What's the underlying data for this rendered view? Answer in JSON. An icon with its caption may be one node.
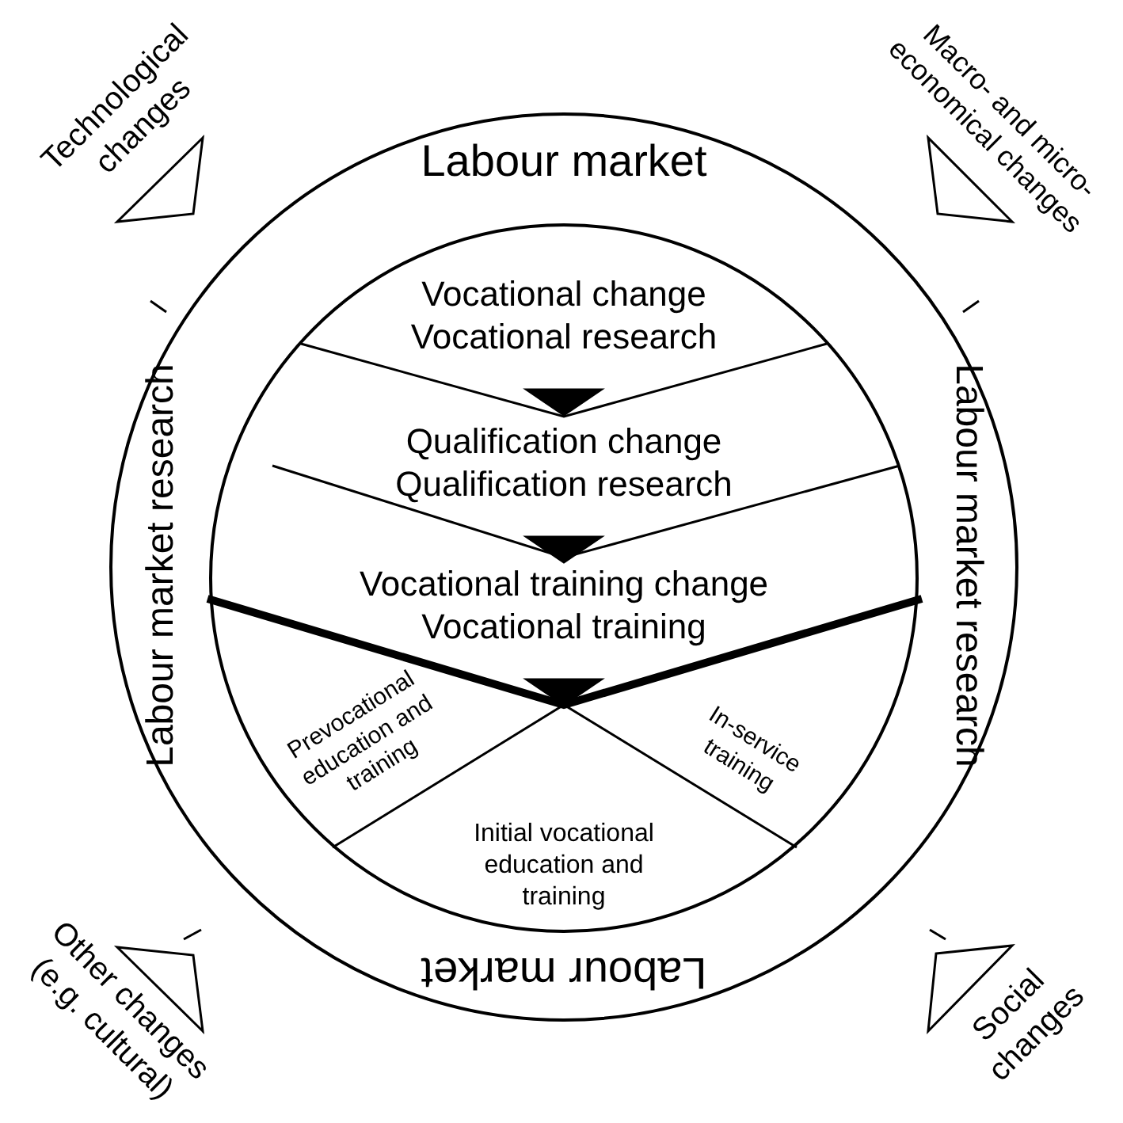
{
  "diagram": {
    "nodes": [
      {
        "text": [
          "Labour market",
          "Labour market research",
          "Labour market research",
          "Labour market"
        ]
      },
      {
        "text": [],
        "shape": "circle",
        "in": 0
      },
      {
        "text": [
          "Vocational change",
          "Vocational research"
        ],
        "in": 1
      },
      {
        "text": [
          "Qualification change",
          "Qualification research"
        ],
        "in": 1
      },
      {
        "text": [
          "Vocational training change",
          "Vocational training"
        ],
        "in": 1
      },
      {
        "text": [
          "Prevocational education and training"
        ],
        "in": 1
      },
      {
        "text": [
          "Initial vocational education and training"
        ],
        "in": 1
      },
      {
        "text": [
          "In-service training"
        ],
        "in": 1
      },
      {
        "text": [
          "Technological changes"
        ]
      },
      {
        "text": [
          "Macro- and micro-economical changes"
        ]
      },
      {
        "text": [
          "Other changes (e.g. cultural)"
        ]
      },
      {
        "text": [
          "Social changes"
        ]
      }
    ],
    "edges": [
      {
        "from": 2,
        "to": 3,
        "arrow": "to"
      },
      {
        "from": 3,
        "to": 4,
        "arrow": "to"
      },
      {
        "from": 4,
        "to": null,
        "arrow": "to"
      }
    ]
  }
}
